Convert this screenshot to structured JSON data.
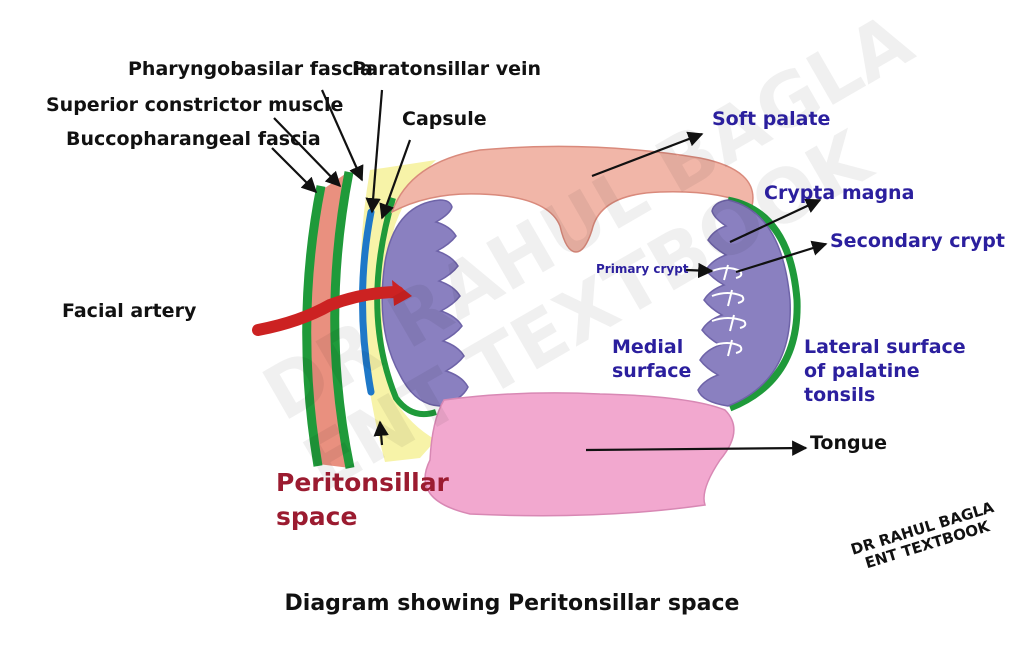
{
  "diagram": {
    "labels": {
      "pharyngobasilar_fascia": "Pharyngobasilar fascia",
      "paratonsillar_vein": "Paratonsillar vein",
      "superior_constrictor_muscle": "Superior constrictor muscle",
      "buccopharangeal_fascia": "Buccopharangeal fascia",
      "capsule": "Capsule",
      "facial_artery": "Facial artery",
      "peritonsillar_space": "Peritonsillar space",
      "soft_palate": "Soft palate",
      "crypta_magna": "Crypta magna",
      "secondary_crypt": "Secondary crypt",
      "primary_crypt": "Primary crypt",
      "medial_surface": "Medial surface",
      "lateral_surface": "Lateral surface of palatine tonsils",
      "tongue": "Tongue"
    },
    "caption": "Diagram showing Peritonsillar space",
    "credit": [
      "DR RAHUL BAGLA",
      "ENT TEXTBOOK"
    ],
    "watermark": [
      "DR RAHUL BAGLA",
      "ENT TEXTBOOK"
    ]
  },
  "colors": {
    "fascia_green": "#1f9a3a",
    "muscle_salmon": "#e9907f",
    "space_yellow": "#f7f3a8",
    "vein_blue": "#1e78c8",
    "tonsil_purple": "#8a80c0",
    "soft_palate_peach": "#f1b6a8",
    "tongue_pink": "#f2a8cf",
    "artery_red": "#cc2222",
    "label_blue": "#2b1f9e",
    "label_maroon": "#9b1b30"
  }
}
